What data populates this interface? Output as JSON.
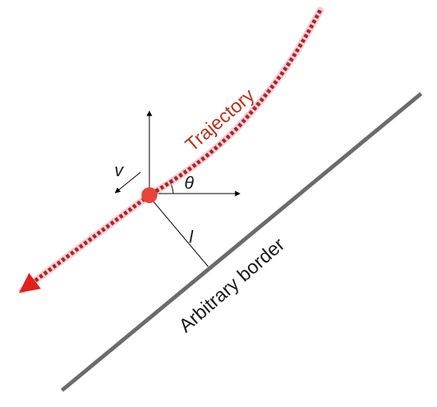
{
  "labels": {
    "trajectory": "Trajectory",
    "border": "Arbitrary border",
    "velocity": "v",
    "angle": "θ",
    "distance": "l"
  },
  "colors": {
    "trajectory": "#a52a14",
    "trajectory_glow": "#f3a6c8",
    "particle": "#e8443a",
    "border": "#6b6b6b",
    "axes": "#000000"
  }
}
